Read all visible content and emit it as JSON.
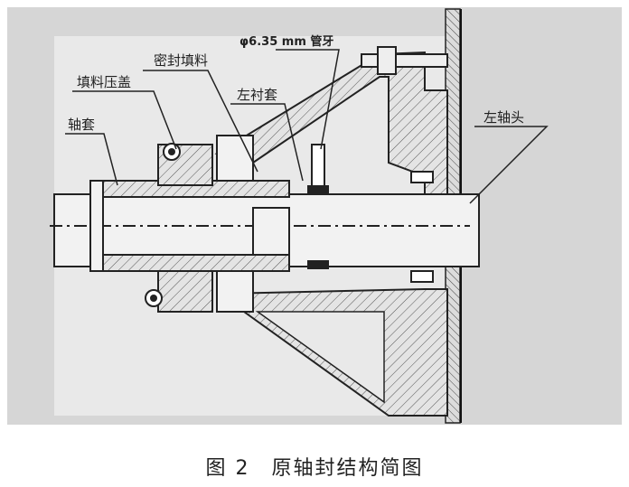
{
  "figure": {
    "labels": {
      "thread": "φ6.35 mm 管牙",
      "seal_packing": "密封填料",
      "packing_gland": "填料压盖",
      "left_bushing": "左衬套",
      "shaft_sleeve": "轴套",
      "left_shaft_head": "左轴头"
    },
    "caption": "图 2　原轴封结构简图"
  }
}
